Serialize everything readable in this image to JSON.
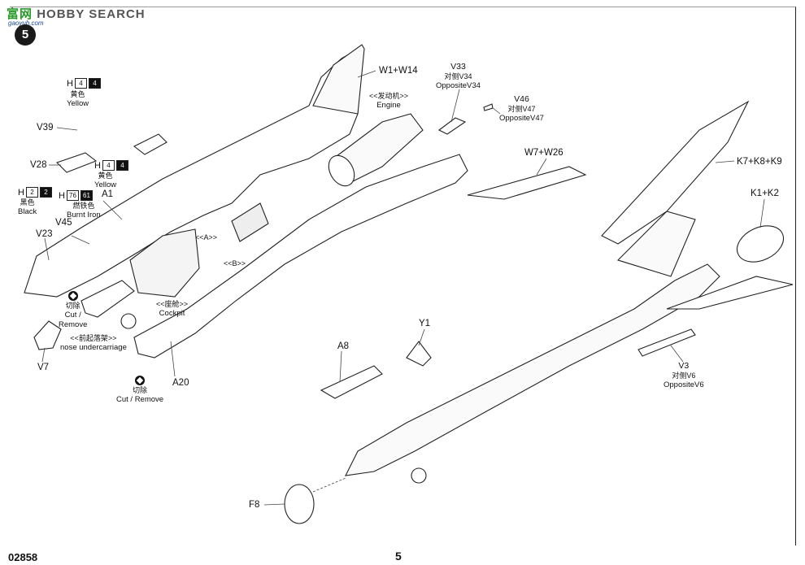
{
  "watermark": {
    "cn": "富",
    "cn2": "网",
    "en": "HOBBY SEARCH",
    "sub": "gaoyub.com"
  },
  "step_number": "5",
  "catalog_number": "02858",
  "page_number": "5",
  "labels": {
    "w1w14": "W1+W14",
    "engine_zh": "<<发动机>>",
    "engine_en": "Engine",
    "v33": "V33",
    "v33_zh": "对侧V34",
    "v33_en": "OppositeV34",
    "v46": "V46",
    "v46_zh": "对侧V47",
    "v46_en": "OppositeV47",
    "w7w26": "W7+W26",
    "k7k8k9": "K7+K8+K9",
    "k1k2": "K1+K2",
    "v39": "V39",
    "v28": "V28",
    "a1": "A1",
    "v45": "V45",
    "v23": "V23",
    "v7": "V7",
    "a20": "A20",
    "a_ref": "<<A>>",
    "b_ref": "<<B>>",
    "cockpit_zh": "<<座舱>>",
    "cockpit_en": "Cockpit",
    "nose_uc_zh": "<<前起落架>>",
    "nose_uc_en": "nose undercarriage",
    "cut_zh": "切除",
    "cut_en1": "Cut /",
    "cut_en2": "Remove",
    "cut2_en": "Cut / Remove",
    "a8": "A8",
    "y1": "Y1",
    "v3": "V3",
    "v3_zh": "对侧V6",
    "v3_en": "OppositeV6",
    "f8": "F8"
  },
  "paints": {
    "yellow1": {
      "code": "H",
      "num1": "4",
      "num2": "4",
      "zh": "黄色",
      "en": "Yellow"
    },
    "yellow2": {
      "code": "H",
      "num1": "4",
      "num2": "4",
      "zh": "黄色",
      "en": "Yellow"
    },
    "black": {
      "code": "H",
      "num1": "2",
      "num2": "2",
      "zh": "黑色",
      "en": "Black"
    },
    "burnt": {
      "code": "H",
      "num1": "76",
      "num2": "61",
      "zh": "燃铁色",
      "en": "Burnt Iron"
    }
  }
}
